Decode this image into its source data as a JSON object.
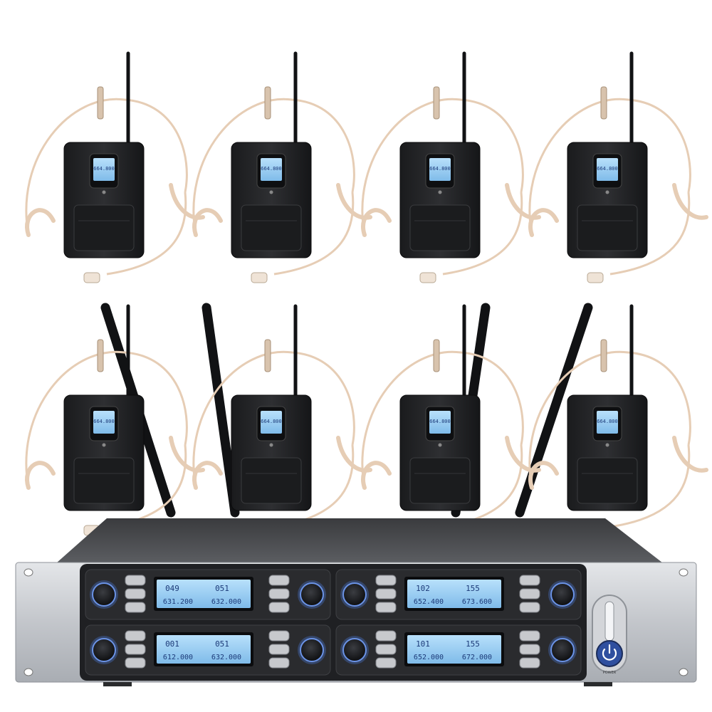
{
  "receiver": {
    "displays": [
      {
        "ch_a": "049",
        "ch_b": "051",
        "freq_a": "631.200",
        "freq_b": "632.000"
      },
      {
        "ch_a": "102",
        "ch_b": "155",
        "freq_a": "652.400",
        "freq_b": "673.600"
      },
      {
        "ch_a": "001",
        "ch_b": "051",
        "freq_a": "612.000",
        "freq_b": "632.000"
      },
      {
        "ch_a": "101",
        "ch_b": "155",
        "freq_a": "652.000",
        "freq_b": "672.000"
      }
    ],
    "power_label": "POWER",
    "colors": {
      "body": "#c9ccd0",
      "panel": "#1f2023",
      "lcd": "#9fd0f2",
      "knob_ring": "#4a78d8"
    }
  },
  "transmitters": {
    "count": 8,
    "screen_text": "664.800",
    "headset_color": "#e6cdb5",
    "body_color": "#222325"
  }
}
